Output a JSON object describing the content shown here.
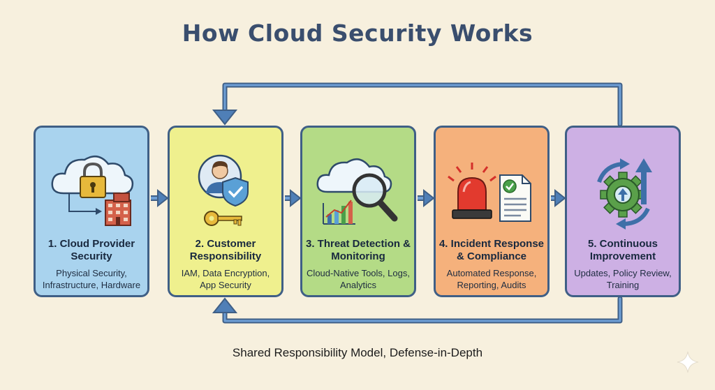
{
  "title": "How Cloud Security Works",
  "steps": [
    {
      "name": "1. Cloud Provider Security",
      "desc": "Physical Security, Infrastructure, Hardware",
      "color": "#a9d3ee",
      "icon": "cloud-lock-building-icon"
    },
    {
      "name": "2. Customer Responsibility",
      "desc": "IAM, Data Encryption, App Security",
      "color": "#eff08e",
      "icon": "user-shield-key-icon"
    },
    {
      "name": "3. Threat Detection & Monitoring",
      "desc": "Cloud-Native Tools, Logs, Analytics",
      "color": "#b4db86",
      "icon": "cloud-magnifier-chart-icon"
    },
    {
      "name": "4. Incident Response & Compliance",
      "desc": "Automated Response, Reporting, Audits",
      "color": "#f5b17c",
      "icon": "alarm-document-icon"
    },
    {
      "name": "5. Continuous Improvement",
      "desc": "Updates, Policy Review, Training",
      "color": "#cdb0e4",
      "icon": "gear-cycle-arrow-icon"
    }
  ],
  "footer": "Shared Responsibility Model, Defense-in-Depth",
  "colors": {
    "border": "#3f5f86",
    "arrow": "#4f7fb7",
    "title": "#3a4e6e"
  }
}
